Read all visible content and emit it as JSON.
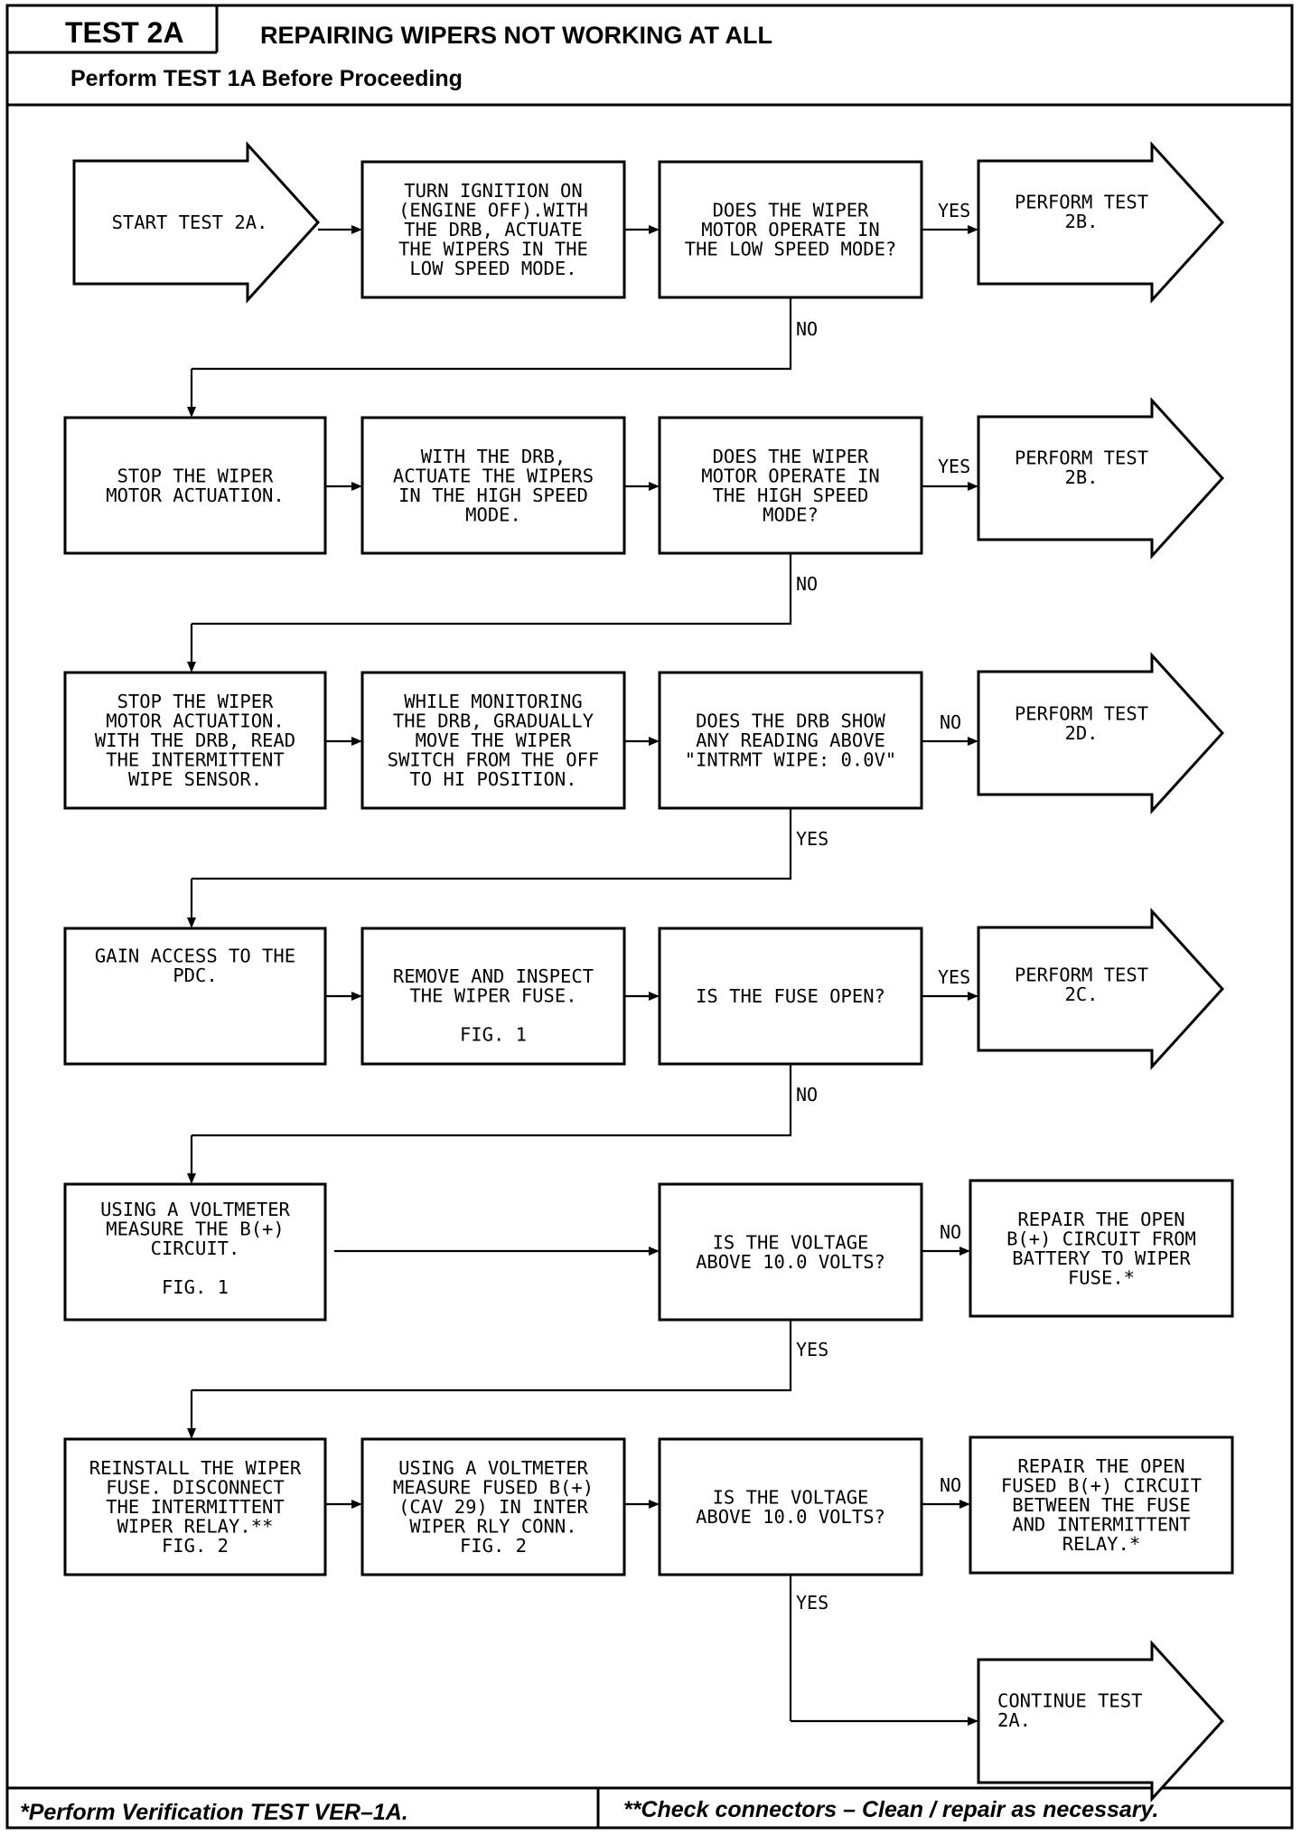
{
  "header": {
    "test_id": "TEST 2A",
    "title": "REPAIRING WIPERS NOT WORKING AT ALL",
    "subtitle": "Perform TEST 1A Before Proceeding"
  },
  "footer": {
    "left": "*Perform Verification TEST VER–1A.",
    "right": "**Check connectors – Clean / repair as necessary."
  },
  "nodes": {
    "start": {
      "lines": [
        "START TEST 2A."
      ]
    },
    "r1_action": {
      "lines": [
        "TURN IGNITION ON",
        "(ENGINE OFF).WITH",
        "THE DRB, ACTUATE",
        "THE WIPERS IN THE",
        "LOW SPEED MODE."
      ]
    },
    "r1_question": {
      "lines": [
        "DOES THE WIPER",
        "MOTOR OPERATE IN",
        "THE LOW SPEED MODE?"
      ]
    },
    "r1_result": {
      "lines": [
        "PERFORM TEST",
        "2B."
      ]
    },
    "r2_step": {
      "lines": [
        "STOP THE WIPER",
        "MOTOR ACTUATION."
      ]
    },
    "r2_action": {
      "lines": [
        "WITH THE DRB,",
        "ACTUATE THE WIPERS",
        "IN THE HIGH SPEED",
        "MODE."
      ]
    },
    "r2_question": {
      "lines": [
        "DOES THE WIPER",
        "MOTOR OPERATE IN",
        "THE HIGH SPEED",
        "MODE?"
      ]
    },
    "r2_result": {
      "lines": [
        "PERFORM TEST",
        "2B."
      ]
    },
    "r3_step": {
      "lines": [
        "STOP THE WIPER",
        "MOTOR ACTUATION.",
        "WITH THE DRB, READ",
        "THE INTERMITTENT",
        "WIPE SENSOR."
      ]
    },
    "r3_action": {
      "lines": [
        "WHILE MONITORING",
        "THE DRB, GRADUALLY",
        "MOVE THE WIPER",
        "SWITCH FROM THE OFF",
        "TO HI POSITION."
      ]
    },
    "r3_question": {
      "lines": [
        "DOES THE DRB SHOW",
        "ANY READING ABOVE",
        "\"INTRMT WIPE: 0.0V\""
      ]
    },
    "r3_result": {
      "lines": [
        "PERFORM TEST",
        "2D."
      ]
    },
    "r4_step": {
      "lines": [
        "GAIN ACCESS TO THE",
        "PDC."
      ]
    },
    "r4_action": {
      "lines": [
        "REMOVE AND INSPECT",
        "THE WIPER FUSE.",
        "",
        "FIG. 1"
      ]
    },
    "r4_question": {
      "lines": [
        "IS THE FUSE OPEN?"
      ]
    },
    "r4_result": {
      "lines": [
        "PERFORM TEST",
        "2C."
      ]
    },
    "r5_step": {
      "lines": [
        "USING A VOLTMETER",
        "MEASURE THE B(+)",
        "CIRCUIT.",
        "",
        "FIG. 1"
      ]
    },
    "r5_question": {
      "lines": [
        "IS THE VOLTAGE",
        "ABOVE 10.0 VOLTS?"
      ]
    },
    "r5_result": {
      "lines": [
        "REPAIR THE OPEN",
        "B(+) CIRCUIT FROM",
        "BATTERY TO WIPER",
        "FUSE.*"
      ]
    },
    "r6_step": {
      "lines": [
        "REINSTALL THE WIPER",
        "FUSE. DISCONNECT",
        "THE INTERMITTENT",
        "WIPER RELAY.**",
        "FIG. 2"
      ]
    },
    "r6_action": {
      "lines": [
        "USING A VOLTMETER",
        "MEASURE FUSED B(+)",
        "(CAV 29) IN INTER",
        "WIPER RLY CONN.",
        "FIG. 2"
      ]
    },
    "r6_question": {
      "lines": [
        "IS THE VOLTAGE",
        "ABOVE 10.0 VOLTS?"
      ]
    },
    "r6_result": {
      "lines": [
        "REPAIR THE OPEN",
        "FUSED B(+) CIRCUIT",
        "BETWEEN THE FUSE",
        "AND INTERMITTENT",
        "RELAY.*"
      ]
    },
    "continue": {
      "lines": [
        "CONTINUE TEST",
        "2A."
      ]
    }
  },
  "labels": {
    "yes": "YES",
    "no": "NO"
  }
}
